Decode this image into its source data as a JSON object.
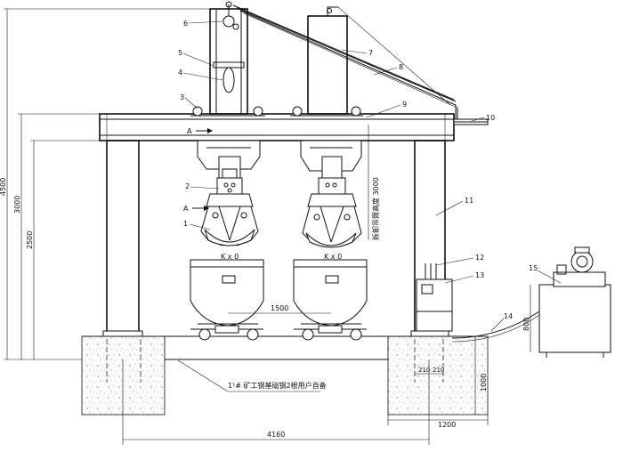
{
  "part_numbers": [
    "1",
    "2",
    "3",
    "4",
    "5",
    "6",
    "7",
    "8",
    "9",
    "10",
    "11",
    "12",
    "13",
    "14",
    "15"
  ],
  "dimensions": {
    "total_height": "4500",
    "frame_height": "3000",
    "column_height": "2500",
    "track_gauge": "1500",
    "base_span": "4160",
    "foundation_depth": "1000",
    "foundation_width": "1200",
    "anchor_a": "210",
    "anchor_b": "210",
    "pump_height": "800"
  },
  "annotations": {
    "view_a": "A",
    "car_label_left": "K x 0",
    "car_label_right": "K x 0",
    "reach": "拆卸吊臂高度 3000",
    "foundation_note": "1¹# 矿工钢基础钢2根用户自备"
  }
}
